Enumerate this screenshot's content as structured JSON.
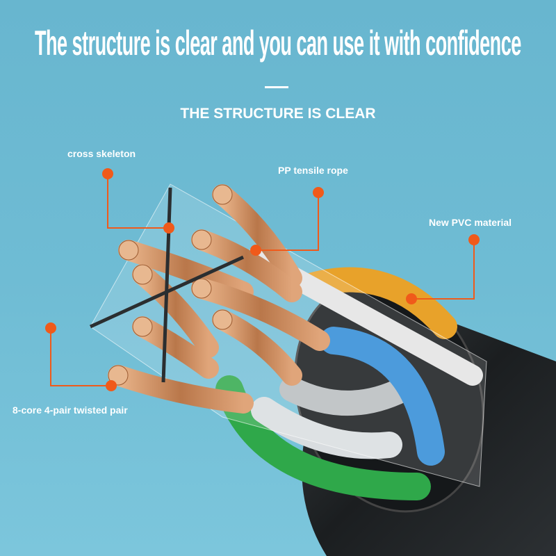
{
  "header": {
    "title": "The structure is clear and you can use it with confidence",
    "subtitle": "THE STRUCTURE IS CLEAR"
  },
  "callouts": [
    {
      "label": "cross skeleton"
    },
    {
      "label": "PP tensile rope"
    },
    {
      "label": "New PVC material"
    },
    {
      "label": "8-core 4-pair twisted pair"
    }
  ],
  "colors": {
    "accent": "#f05a1a",
    "background": "#6fbcd4",
    "jacket": "#1c1f21",
    "copper": "#c98a5a"
  }
}
